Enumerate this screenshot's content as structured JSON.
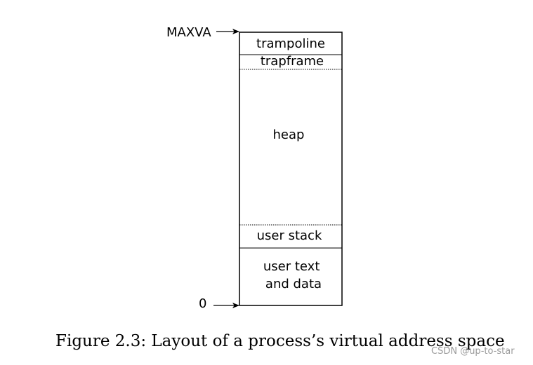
{
  "diagram": {
    "regions": [
      {
        "label": "trampoline"
      },
      {
        "label": "trapframe"
      },
      {
        "label": "heap"
      },
      {
        "label": "user stack"
      },
      {
        "label": "user text\nand data"
      }
    ],
    "markers": {
      "top": "MAXVA",
      "bottom": "0"
    }
  },
  "caption": "Figure 2.3: Layout of a process’s virtual address space",
  "watermark": "CSDN @up-to-star"
}
